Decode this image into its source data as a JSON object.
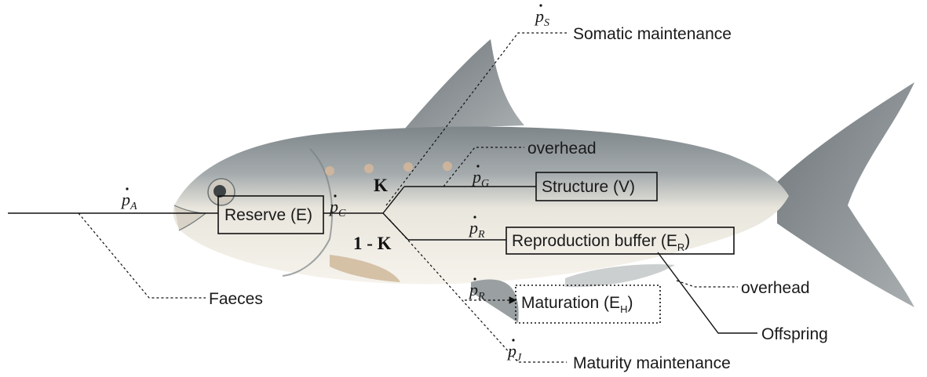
{
  "diagram": {
    "boxes": {
      "reserve": "Reserve (E)",
      "structure": "Structure (V)",
      "reproduction_buffer": "Reproduction buffer (E",
      "reproduction_buffer_sub": "R",
      "reproduction_buffer_close": ")",
      "maturation": "Maturation (E",
      "maturation_sub": "H",
      "maturation_close": ")"
    },
    "labels": {
      "somatic_maintenance": "Somatic maintenance",
      "overhead_top": "overhead",
      "overhead_bottom": "overhead",
      "faeces": "Faeces",
      "offspring": "Offspring",
      "maturity_maintenance": "Maturity maintenance",
      "kappa": "K",
      "one_minus_kappa": "1 - K"
    },
    "fluxes": {
      "assimilation": {
        "base": "p",
        "sub": "A"
      },
      "mobilisation": {
        "base": "p",
        "sub": "C"
      },
      "somatic": {
        "base": "p",
        "sub": "S"
      },
      "growth": {
        "base": "p",
        "sub": "G"
      },
      "reproduction": {
        "base": "p",
        "sub": "R"
      },
      "maturation": {
        "base": "p",
        "sub": "R"
      },
      "maturity": {
        "base": "p",
        "sub": "J"
      }
    },
    "colors": {
      "fish_back": "#8f969a",
      "fish_belly": "#f1eee6",
      "fins": "#7d8387",
      "ink": "#111111"
    }
  }
}
